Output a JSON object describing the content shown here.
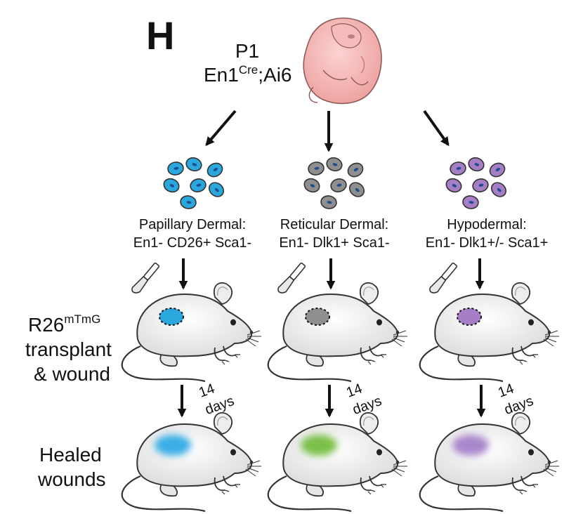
{
  "panel_letter": "H",
  "donor": {
    "age": "P1",
    "genotype_base": "En1",
    "genotype_super": "Cre",
    "genotype_rest": ";Ai6"
  },
  "populations": [
    {
      "name": "Papillary Dermal:",
      "markers": "En1- CD26+ Sca1-",
      "cell_color": "#2aa8de",
      "healed_color": "#3aaee6"
    },
    {
      "name": "Reticular Dermal:",
      "markers": "En1- Dlk1+ Sca1-",
      "cell_color": "#8f8f8f",
      "healed_color": "#7cc04a"
    },
    {
      "name": "Hypodermal:",
      "markers": "En1- Dlk1+/- Sca1+",
      "cell_color": "#a67ec6",
      "healed_color": "#a987cc"
    }
  ],
  "recipient": {
    "label_base": "R26",
    "label_super": "mTmG",
    "label_line2": "transplant",
    "label_line3": "& wound"
  },
  "duration": {
    "number": "14",
    "unit": "days"
  },
  "outcome": {
    "line1": "Healed",
    "line2": "wounds"
  }
}
